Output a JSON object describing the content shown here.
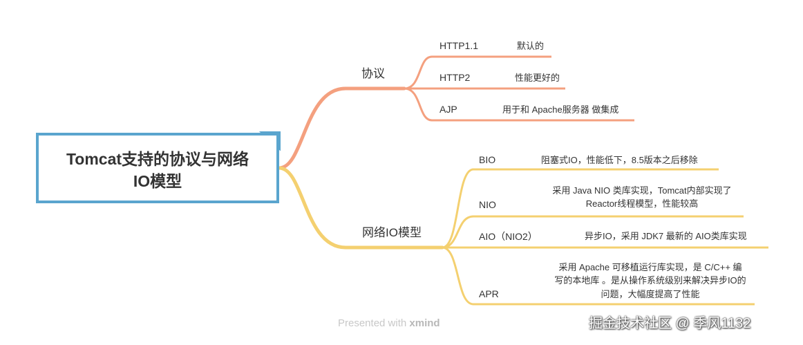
{
  "root": {
    "title_line1": "Tomcat支持的协议与网络",
    "title_line2": "IO模型"
  },
  "branches": [
    {
      "label": "协议",
      "color": "#f4a07f",
      "children": [
        {
          "label": "HTTP1.1",
          "note": "默认的"
        },
        {
          "label": "HTTP2",
          "note": "性能更好的"
        },
        {
          "label": "AJP",
          "note": "用于和 Apache服务器 做集成"
        }
      ]
    },
    {
      "label": "网络IO模型",
      "color": "#f4d070",
      "children": [
        {
          "label": "BIO",
          "note": "阻塞式IO，性能低下，8.5版本之后移除"
        },
        {
          "label": "NIO",
          "note_line1": "采用 Java NIO 类库实现，Tomcat内部实现了",
          "note_line2": "Reactor线程模型，性能较高"
        },
        {
          "label": "AIO（NIO2）",
          "note": "异步IO，采用 JDK7 最新的 AIO类库实现"
        },
        {
          "label": "APR",
          "note_line1": "采用 Apache 可移植运行库实现，是 C/C++ 编",
          "note_line2": "写的本地库 。是从操作系统级别来解决异步IO的",
          "note_line3": "问题，大幅度提高了性能"
        }
      ]
    }
  ],
  "watermark": {
    "prefix": "Presented with",
    "brand": "xmind"
  },
  "credit": "掘金技术社区 @ 季风1132"
}
